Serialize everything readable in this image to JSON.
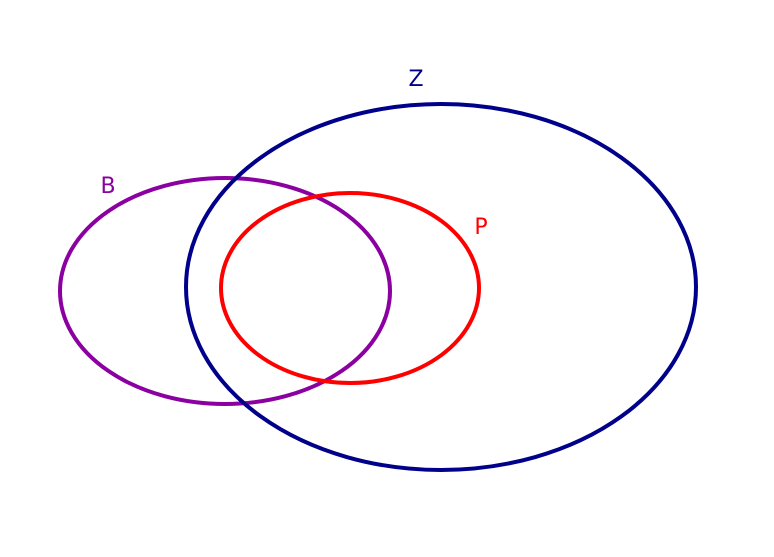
{
  "diagram": {
    "type": "venn",
    "sets": [
      {
        "id": "z",
        "label": "Z",
        "color": "#00008b"
      },
      {
        "id": "b",
        "label": "B",
        "color": "#8b00a0"
      },
      {
        "id": "p",
        "label": "P",
        "color": "#ff0000"
      }
    ]
  }
}
